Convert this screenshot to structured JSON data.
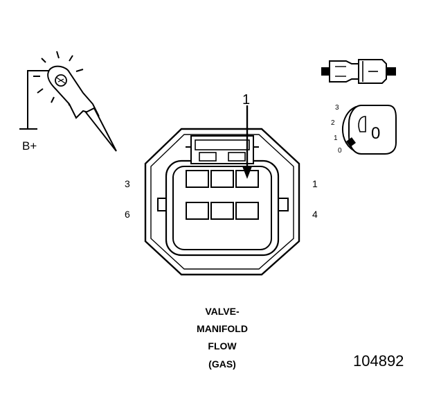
{
  "test_light": {
    "supply_label": "B+"
  },
  "connector": {
    "callout_number": "1",
    "pin_labels": {
      "left_top": "3",
      "left_bottom": "6",
      "right_top": "1",
      "right_bottom": "4"
    }
  },
  "switch_icon": {
    "positions": [
      "3",
      "2",
      "1",
      "0"
    ],
    "knob_label": "0"
  },
  "caption": {
    "line1": "VALVE-",
    "line2": "MANIFOLD",
    "line3": "FLOW",
    "line4": "(GAS)"
  },
  "figure_number": "104892"
}
